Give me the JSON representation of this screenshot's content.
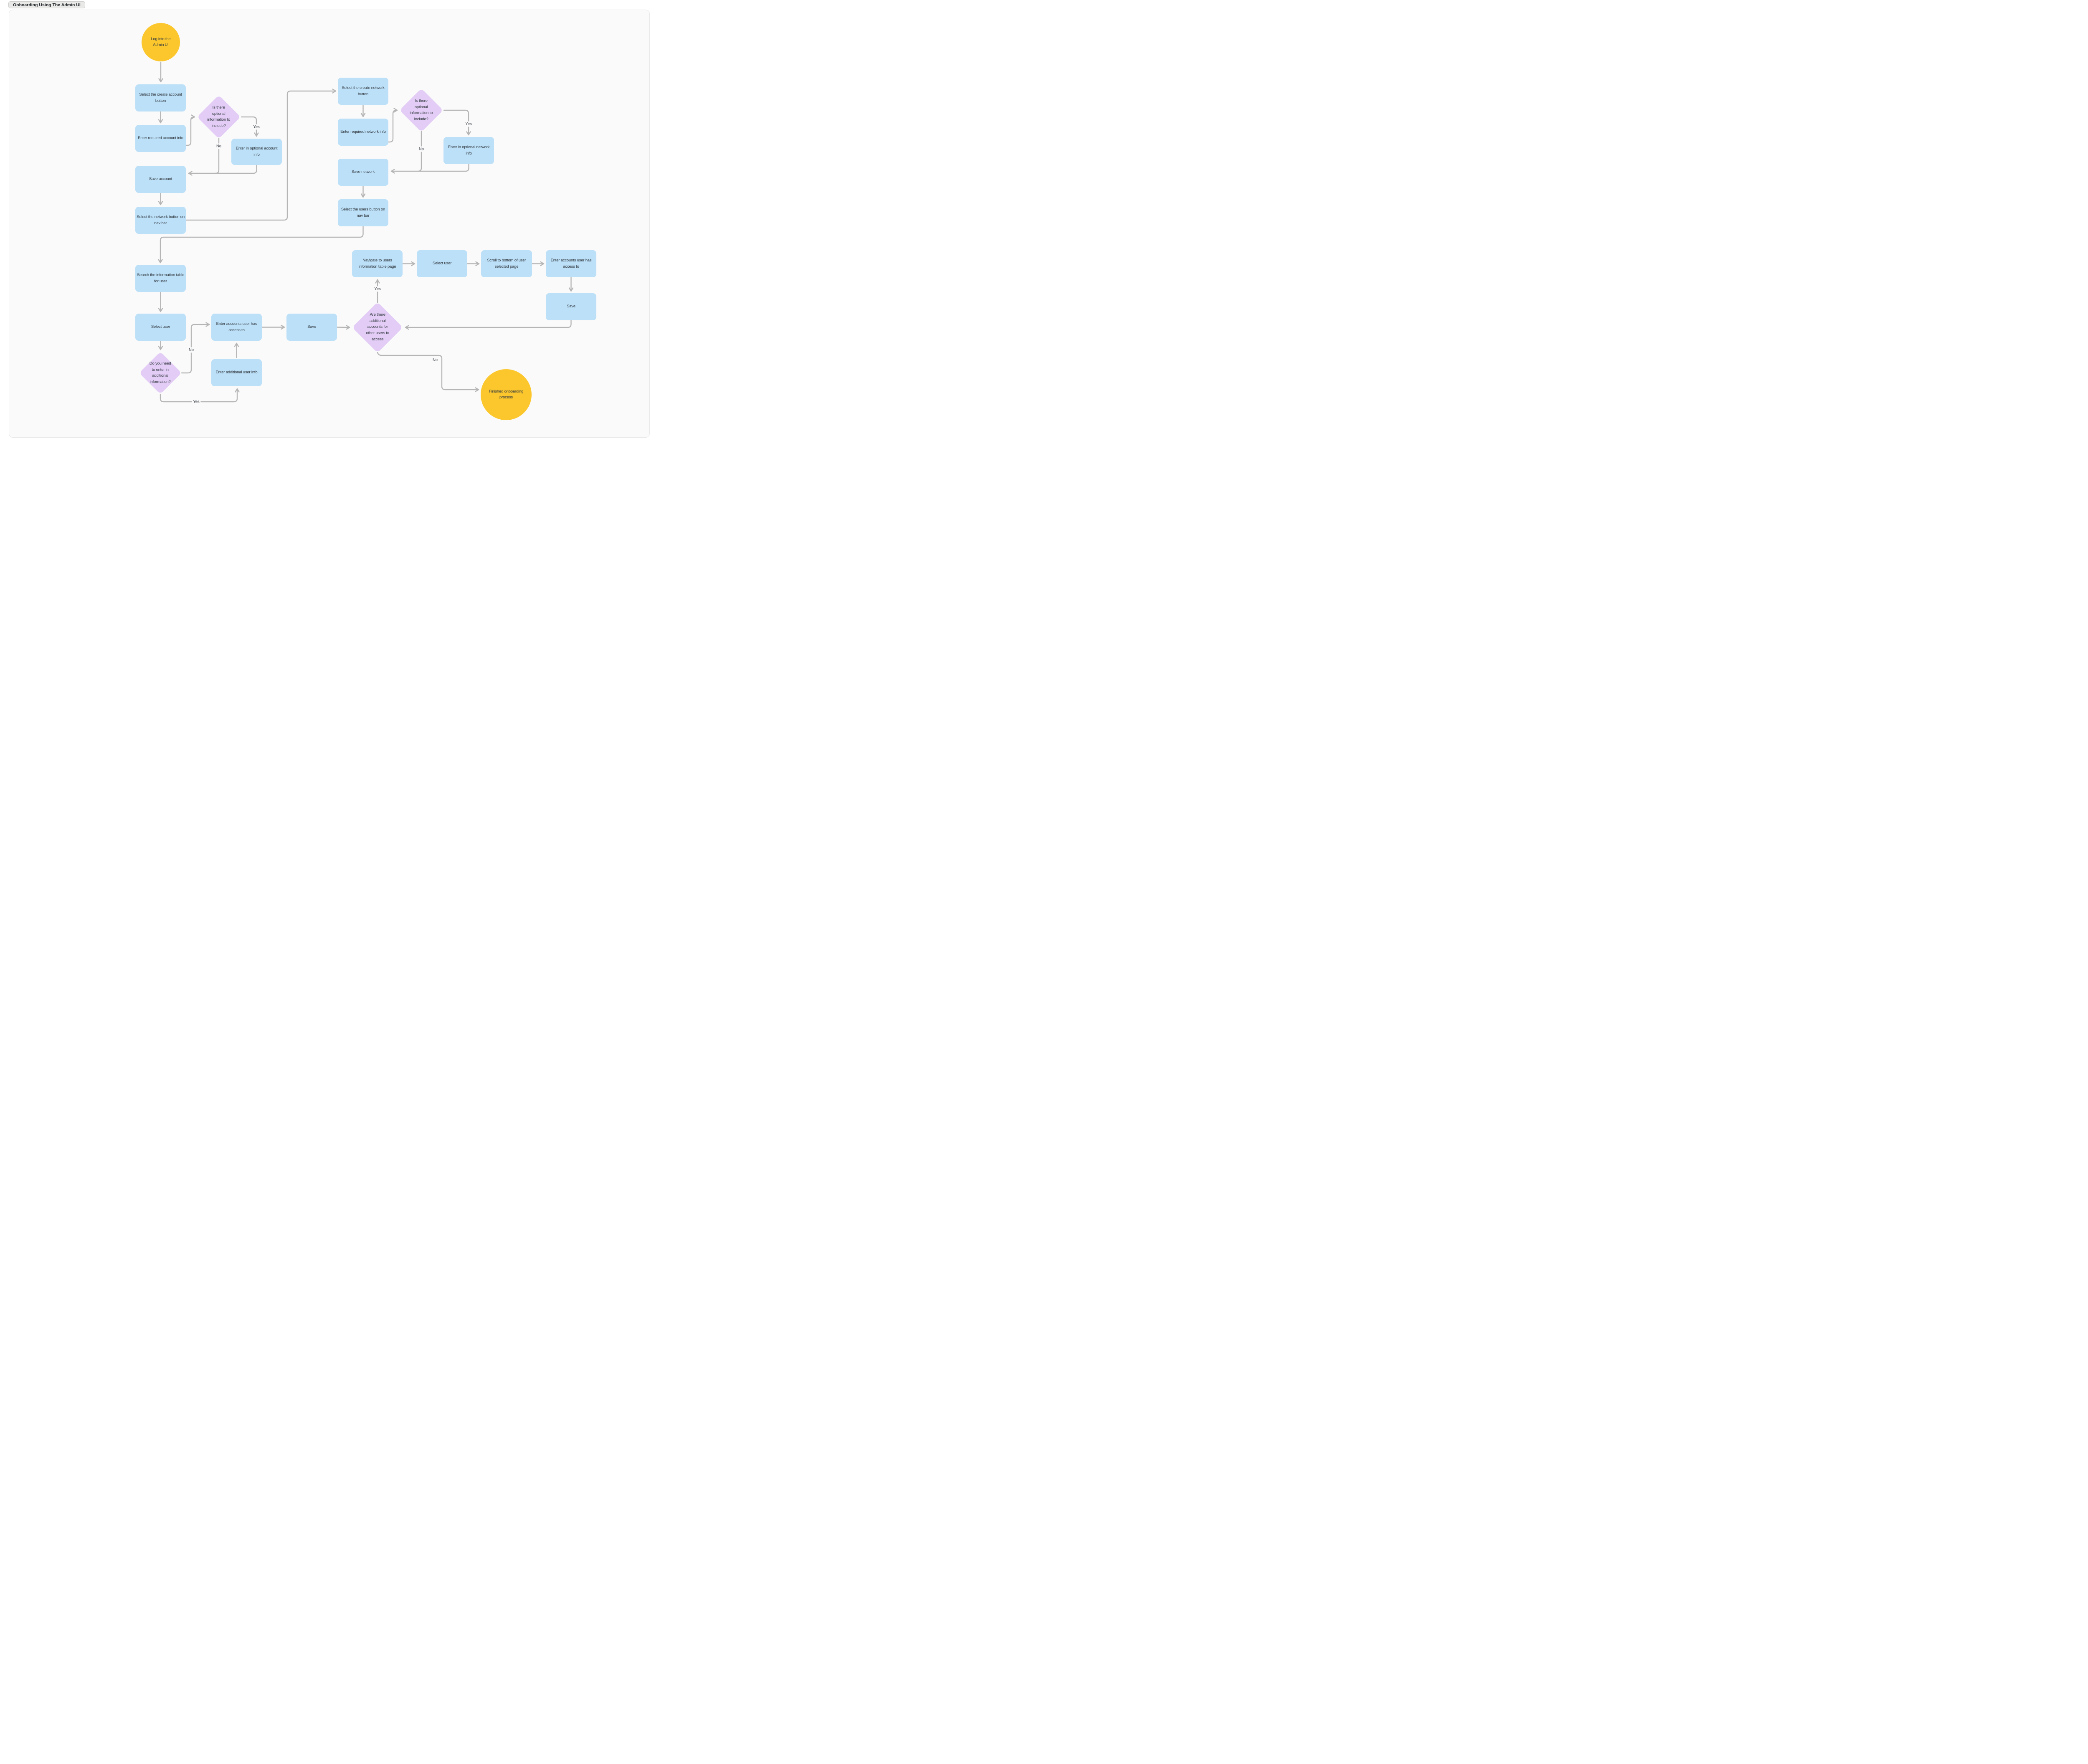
{
  "title": "Onboarding Using The Admin UI",
  "nodes": {
    "start": "Log into the Admin UI",
    "select_create_account": "Select the create account button",
    "optional_account_q": "Is there optional information to include?",
    "enter_required_account": "Enter required account info",
    "enter_optional_account": "Enter in optional account info",
    "save_account": "Save account",
    "select_network_nav": "Select the network button on nav bar",
    "select_create_network": "Select the create network button",
    "enter_required_network": "Enter required network info",
    "optional_network_q": "Is there optional information to include?",
    "enter_optional_network": "Enter in optional network info",
    "save_network": "Save network",
    "select_users_nav": "Select the users button on nav bar",
    "search_info_table": "Search the information table for user",
    "select_user_left": "Select user",
    "additional_info_q": "Do you need to enter in additional information?",
    "enter_accounts_access": "Enter accounts user has access to",
    "enter_additional_user": "Enter additional user info",
    "save_left": "Save",
    "additional_accounts_q": "Are there additional accounts for other users to access",
    "navigate_users_table": "Navigate to users information table page",
    "select_user_right": "Select user",
    "scroll_bottom": "Scroll to bottom of user selected page",
    "enter_accounts_access_right": "Enter accounts user has access to",
    "save_right": "Save",
    "end": "Finished onboarding process"
  },
  "edge_labels": {
    "yes_account": "Yes",
    "no_account": "No",
    "yes_network": "Yes",
    "no_network": "No",
    "no_additional_info": "No",
    "yes_additional_info": "Yes",
    "yes_additional_accounts": "Yes",
    "no_additional_accounts": "No"
  },
  "colors": {
    "process_fill": "#BCE0F8",
    "decision_fill": "#E3CDF6",
    "terminal_fill": "#FBC72D",
    "connector": "#B5B5B5",
    "canvas_bg": "#FAFAFA",
    "page_bg": "#FFFFFF"
  }
}
